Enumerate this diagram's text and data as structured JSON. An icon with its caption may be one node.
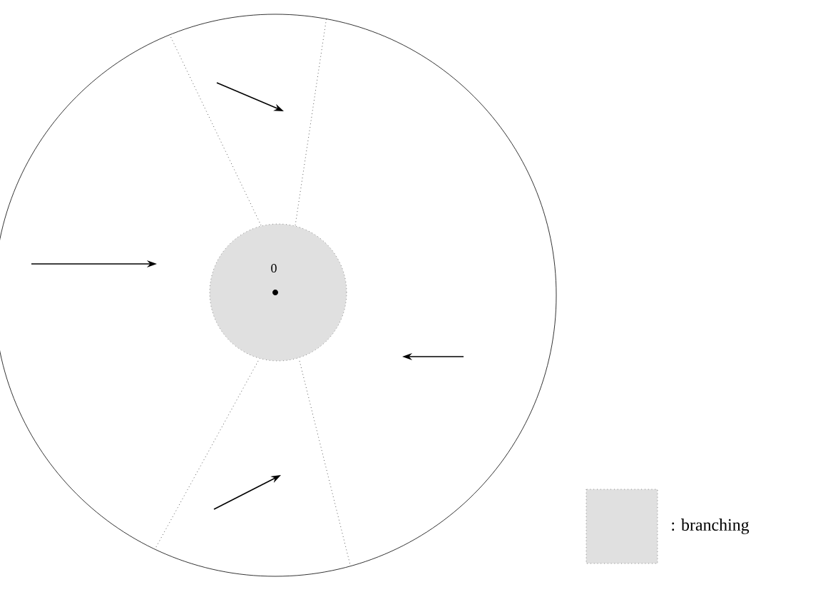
{
  "diagram": {
    "nodes": [
      {
        "text": [],
        "shape": "circle"
      },
      {
        "text": [
          "0"
        ],
        "in": 0
      }
    ],
    "legend": [
      {
        "text": ": branching",
        "color": "#e0e0e0"
      }
    ]
  }
}
